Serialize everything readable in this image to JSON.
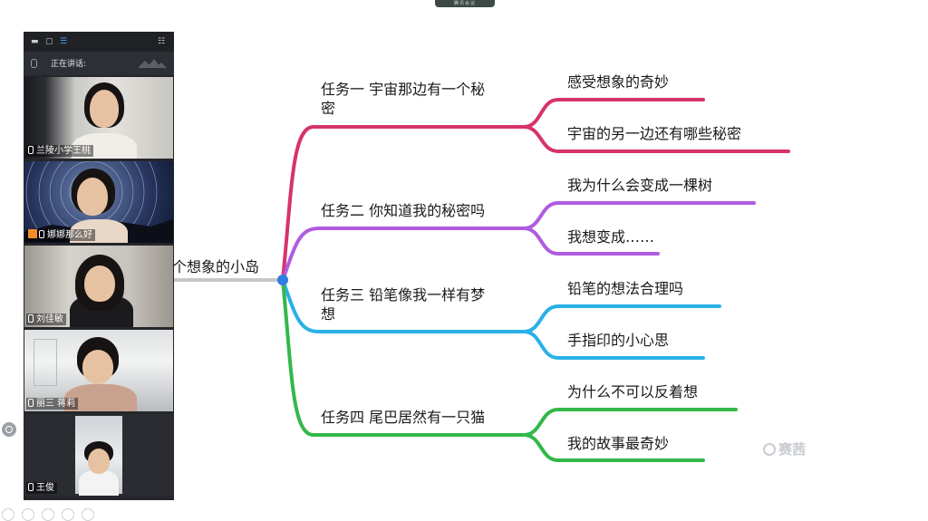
{
  "topbar": {
    "label": "腾讯会议"
  },
  "panel": {
    "speaking_label": "正在讲话:",
    "participants": [
      {
        "name": "兰陵小学王桃"
      },
      {
        "name": "娜娜那么好"
      },
      {
        "name": "刘佳敏"
      },
      {
        "name": "丽三 蒋莉"
      },
      {
        "name": "王俊"
      }
    ]
  },
  "mindmap": {
    "root": "个想象的小岛",
    "tasks": [
      {
        "line1": "任务一 宇宙那边有一个秘",
        "line2": "密",
        "color": "#d6336c",
        "children": [
          "感受想象的奇妙",
          "宇宙的另一边还有哪些秘密"
        ]
      },
      {
        "line1": "任务二 你知道我的秘密吗",
        "line2": "",
        "color": "#b05ce0",
        "children": [
          "我为什么会变成一棵树",
          "我想变成……"
        ]
      },
      {
        "line1": "任务三 铅笔像我一样有梦",
        "line2": "想",
        "color": "#2ab0e8",
        "children": [
          "铅笔的想法合理吗",
          "手指印的小心思"
        ]
      },
      {
        "line1": "任务四 尾巴居然有一只猫",
        "line2": "",
        "color": "#33b84a",
        "children": [
          "为什么不可以反着想",
          "我的故事最奇妙"
        ]
      }
    ],
    "root_color": "#c7c7c7",
    "hub_color": "#2f7fe0"
  },
  "watermark": {
    "text": "赛茜"
  }
}
